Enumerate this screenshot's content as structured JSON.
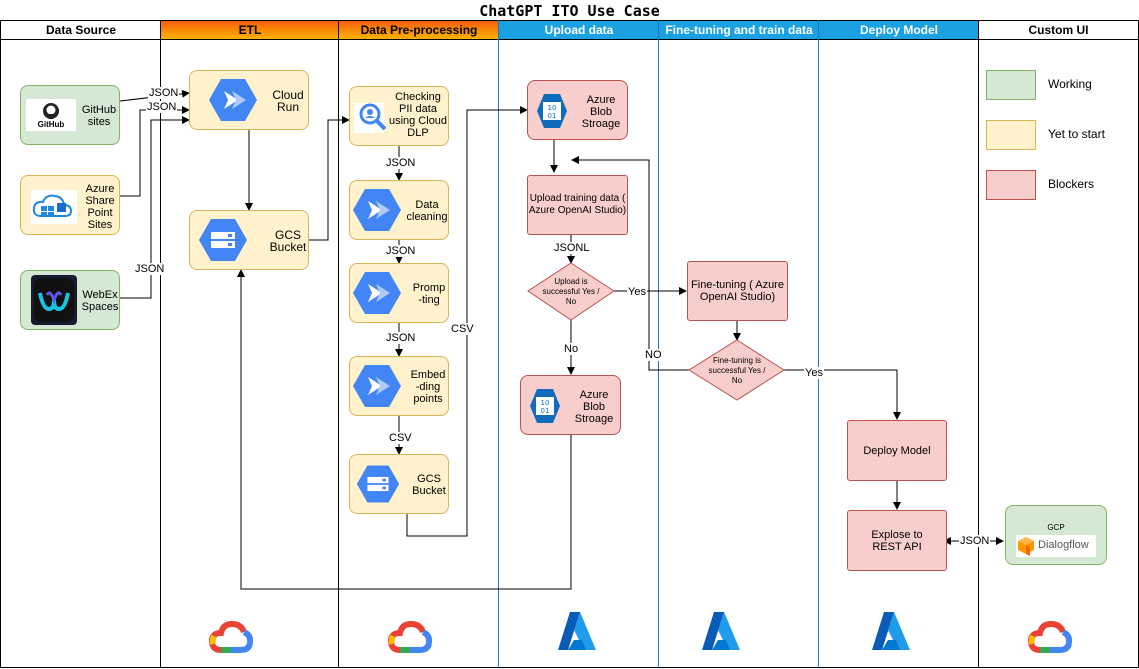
{
  "title": "ChatGPT ITO Use Case",
  "lanes": {
    "data_source": "Data Source",
    "etl": "ETL",
    "preprocessing": "Data Pre-processing",
    "upload": "Upload data",
    "finetune": "Fine-tuning and train data",
    "deploy": "Deploy Model",
    "custom_ui": "Custom UI"
  },
  "sources": {
    "github": "GitHub sites",
    "github_logo": "GitHub",
    "sharepoint": "Azure Share Point Sites",
    "webex": "WebEx Spaces"
  },
  "etl": {
    "cloud_run": "Cloud Run",
    "gcs_bucket": "GCS Bucket"
  },
  "pre": {
    "pii": "Checking PII data using Cloud DLP",
    "cleaning": "Data cleaning",
    "prompting": "Promp -ting",
    "embedding": "Embed -ding points",
    "gcs_bucket": "GCS Bucket"
  },
  "upload": {
    "blob1": "Azure Blob Stroage",
    "training": "Upload training data ( Azure OpenAI Studio)",
    "decision": "Upload is successful Yes / No",
    "blob2": "Azure Blob Stroage"
  },
  "finetune": {
    "finetuning": "Fine-tuning ( Azure OpenAI Studio)",
    "decision": "Fine-tuning is successful Yes / No"
  },
  "deploy": {
    "deploy_model": "Deploy Model",
    "rest_api": "Explose to REST API"
  },
  "custom_ui": {
    "gcp": "GCP",
    "dialogflow": "Dialogflow"
  },
  "legend": {
    "working": "Working",
    "yet_to_start": "Yet to start",
    "blockers": "Blockers"
  },
  "edges": {
    "json_github": "JSON",
    "json_sharepoint": "JSON",
    "json_webex": "JSON",
    "json_pii_clean": "JSON",
    "json_clean_prompt": "JSON",
    "json_prompt_embed": "JSON",
    "csv_embed_gcs": "CSV",
    "csv_to_blob": "CSV",
    "jsonl": "JSONL",
    "no_upload": "No",
    "yes_upload": "Yes",
    "no_finetune": "NO",
    "yes_finetune": "Yes",
    "json_api": "JSON"
  },
  "colors": {
    "working": "#d5e8d4",
    "yet_to_start": "#fff2cc",
    "blockers": "#f8cecc",
    "lane_blue": "#1ba1e2",
    "gcp_blue": "#4285f4"
  },
  "icons": [
    "github-icon",
    "sharepoint-icon",
    "webex-icon",
    "cloud-run-icon",
    "cloud-storage-icon",
    "cloud-dlp-icon",
    "azure-blob-icon",
    "dialogflow-icon",
    "google-cloud-icon",
    "azure-icon"
  ]
}
